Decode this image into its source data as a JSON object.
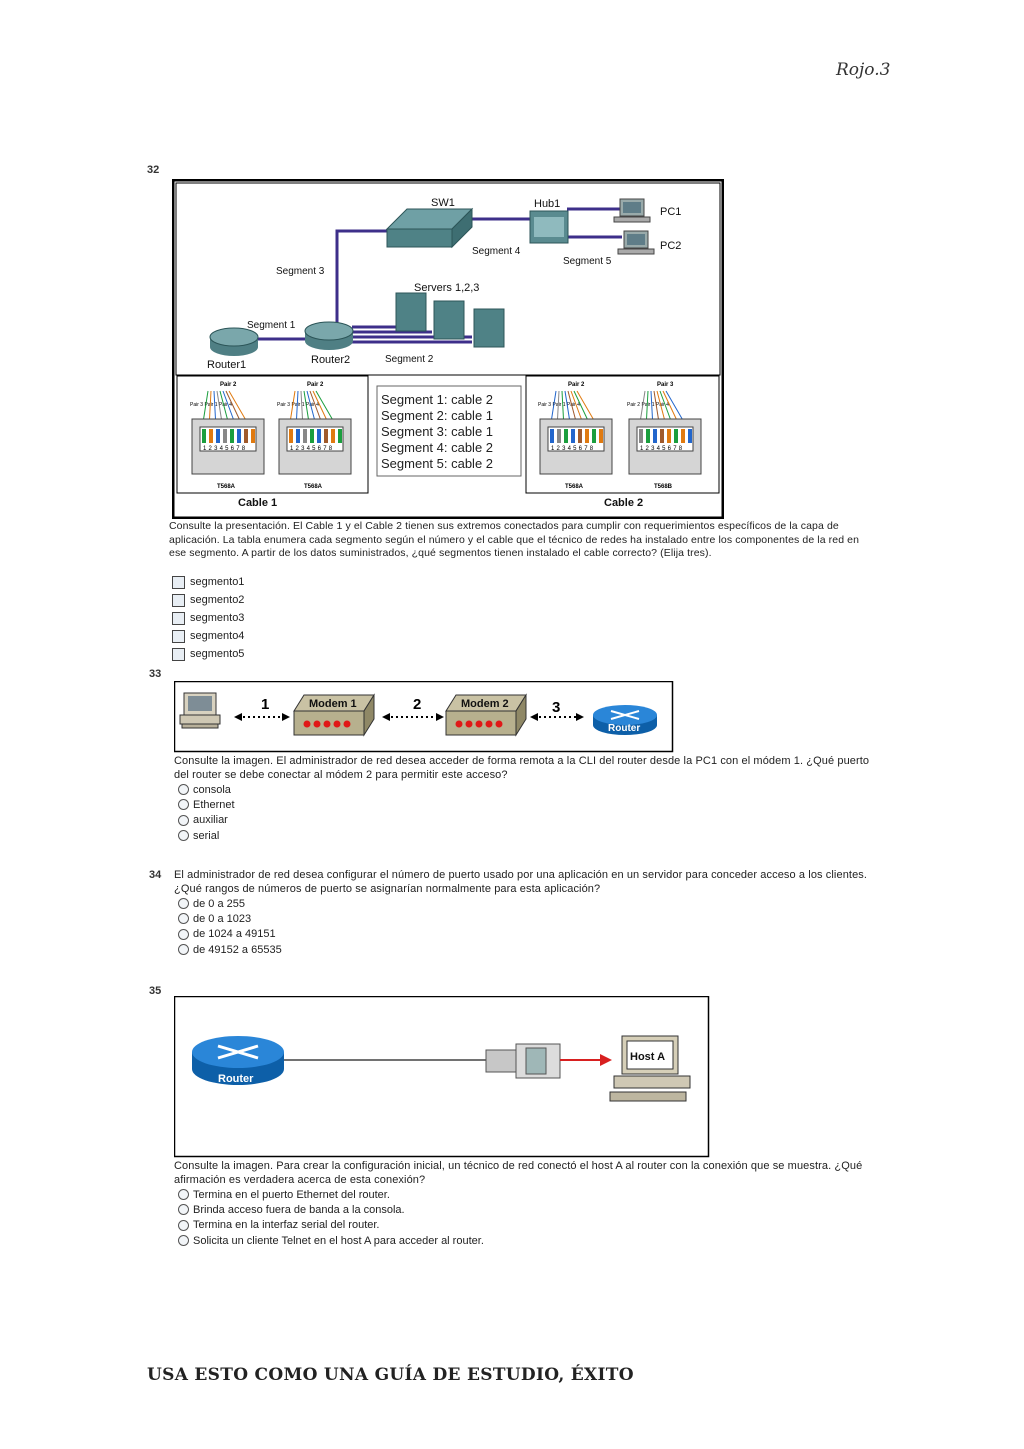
{
  "header_note": "Rojo.3",
  "q32": {
    "number": "32",
    "figure": {
      "labels": {
        "sw1": "SW1",
        "hub1": "Hub1",
        "pc1": "PC1",
        "pc2": "PC2",
        "servers": "Servers 1,2,3",
        "router1": "Router1",
        "router2": "Router2",
        "segment1": "Segment 1",
        "segment2": "Segment 2",
        "segment3": "Segment 3",
        "segment4": "Segment 4",
        "segment5": "Segment 5"
      },
      "table": [
        "Segment 1: cable  2",
        "Segment 2: cable  1",
        "Segment 3: cable  1",
        "Segment 4: cable  2",
        "Segment 5: cable  2"
      ],
      "cable1_label": "Cable 1",
      "cable2_label": "Cable 2",
      "pair_labels": [
        "Pair 2",
        "Pair 3",
        "Pair 1",
        "Pair 4"
      ],
      "pin_numbers": "12345678",
      "connector_std": [
        "T568A",
        "T568A",
        "T568A",
        "T568B"
      ]
    },
    "text": "Consulte la presentación. El Cable 1 y el Cable 2 tienen sus extremos conectados para cumplir con requerimientos específicos de la capa de aplicación. La tabla enumera cada segmento según el número y el cable que el técnico de redes ha instalado entre los componentes de la red en ese segmento. A partir de los datos suministrados, ¿qué segmentos tienen instalado el cable correcto? (Elija tres).",
    "options": [
      "segmento1",
      "segmento2",
      "segmento3",
      "segmento4",
      "segmento5"
    ]
  },
  "q33": {
    "number": "33",
    "figure": {
      "link1": "1",
      "link2": "2",
      "link3": "3",
      "modem1": "Modem 1",
      "modem2": "Modem 2",
      "router": "Router"
    },
    "text": "Consulte la imagen. El administrador de red desea acceder de forma remota a la CLI del router desde la PC1 con el módem 1. ¿Qué puerto del router se debe conectar al módem 2 para permitir este acceso?",
    "options": [
      "consola",
      "Ethernet",
      "auxiliar",
      "serial"
    ]
  },
  "q34": {
    "number": "34",
    "text": "El administrador de red desea configurar el número de puerto usado por una aplicación en un servidor para conceder acceso a los clientes. ¿Qué rangos de números de puerto se asignarían normalmente para esta aplicación?",
    "options": [
      "de 0 a 255",
      "de 0 a 1023",
      "de 1024 a 49151",
      "de 49152 a 65535"
    ]
  },
  "q35": {
    "number": "35",
    "figure": {
      "router": "Router",
      "host": "Host A"
    },
    "text": "Consulte la imagen. Para crear la configuración inicial, un técnico de red conectó el host A al router con la conexión que se muestra. ¿Qué afirmación es verdadera acerca de esta conexión?",
    "options": [
      "Termina en el puerto Ethernet del router.",
      "Brinda acceso fuera de banda a la consola.",
      "Termina en la interfaz serial del router.",
      "Solicita un cliente Telnet en el host A para acceder al router."
    ]
  },
  "footer": "USA ESTO COMO UNA GUÍA DE ESTUDIO, ÉXITO"
}
